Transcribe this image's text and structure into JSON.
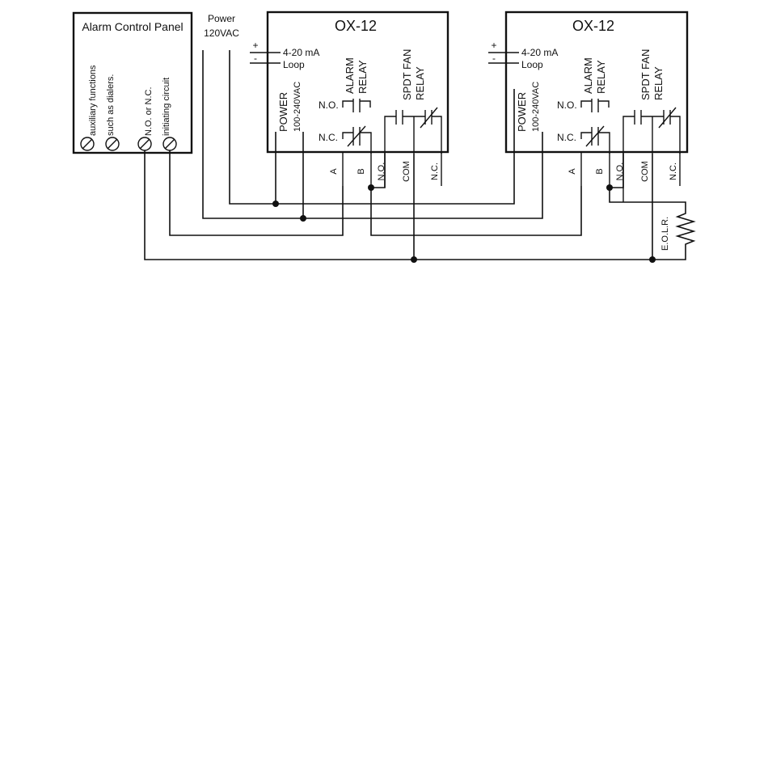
{
  "panel": {
    "title": "Alarm Control Panel",
    "aux_line1": "auxiliary functions",
    "aux_line2": "such as dialers.",
    "init_line1": "N.O. or N.C.",
    "init_line2": "initiating circuit"
  },
  "power": {
    "line1": "Power",
    "line2": "120VAC"
  },
  "units": [
    {
      "title": "OX-12",
      "plus": "+",
      "minus": "-",
      "loop_line1": "4-20 mA",
      "loop_line2": "Loop",
      "power_line1": "POWER",
      "power_line2": "100-240VAC",
      "alarm_line1": "ALARM",
      "alarm_line2": "RELAY",
      "fan_line1": "SPDT FAN",
      "fan_line2": "RELAY",
      "no_label": "N.O.",
      "nc_label": "N.C.",
      "terminals": [
        "A",
        "B",
        "N.O.",
        "COM",
        "N.C."
      ]
    },
    {
      "title": "OX-12",
      "plus": "+",
      "minus": "-",
      "loop_line1": "4-20 mA",
      "loop_line2": "Loop",
      "power_line1": "POWER",
      "power_line2": "100-240VAC",
      "alarm_line1": "ALARM",
      "alarm_line2": "RELAY",
      "fan_line1": "SPDT FAN",
      "fan_line2": "RELAY",
      "no_label": "N.O.",
      "nc_label": "N.C.",
      "terminals": [
        "A",
        "B",
        "N.O.",
        "COM",
        "N.C."
      ]
    }
  ],
  "eolr": {
    "label": "E.O.L.R."
  }
}
